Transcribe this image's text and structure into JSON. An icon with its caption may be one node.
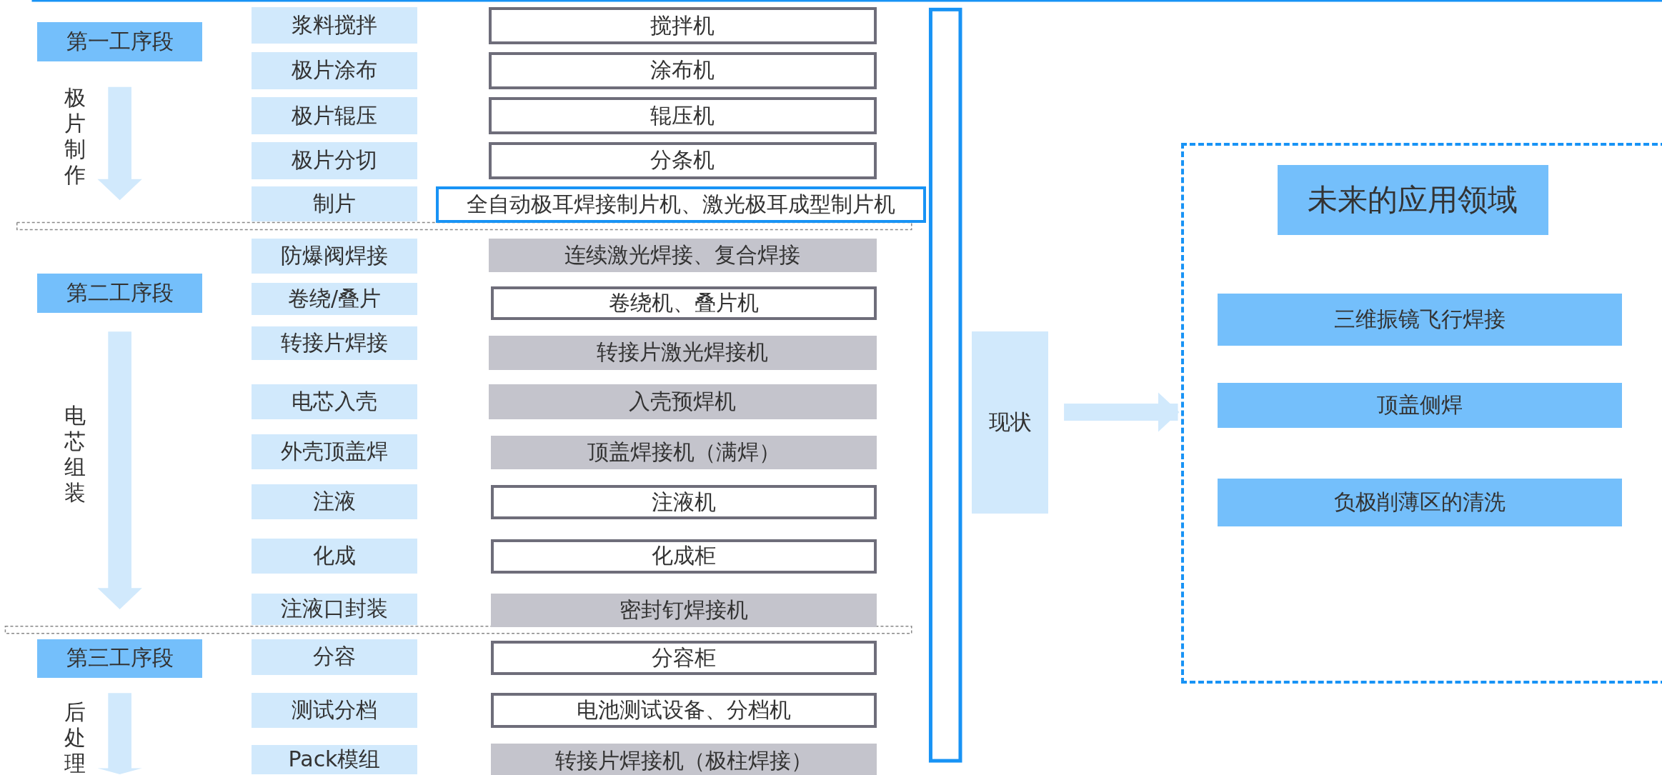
{
  "diagram": {
    "nodes": [
      {
        "text": [
          "第一工序段"
        ]
      },
      {
        "text": [
          "第二工序段"
        ]
      },
      {
        "text": [
          "第三工序段"
        ]
      },
      {
        "text": [
          "浆料搅拌"
        ]
      },
      {
        "text": [
          "极片涂布"
        ]
      },
      {
        "text": [
          "极片辊压"
        ]
      },
      {
        "text": [
          "极片分切"
        ]
      },
      {
        "text": [
          "制片"
        ]
      },
      {
        "text": [
          "防爆阀焊接"
        ]
      },
      {
        "text": [
          "卷绕/叠片"
        ]
      },
      {
        "text": [
          "转接片焊接"
        ]
      },
      {
        "text": [
          "电芯入壳"
        ]
      },
      {
        "text": [
          "外壳顶盖焊"
        ]
      },
      {
        "text": [
          "注液"
        ]
      },
      {
        "text": [
          "化成"
        ]
      },
      {
        "text": [
          "注液口封装"
        ]
      },
      {
        "text": [
          "分容"
        ]
      },
      {
        "text": [
          "测试分档"
        ]
      },
      {
        "text": [
          "Pack模组"
        ]
      },
      {
        "text": [
          "搅拌机"
        ]
      },
      {
        "text": [
          "涂布机"
        ]
      },
      {
        "text": [
          "辊压机"
        ]
      },
      {
        "text": [
          "分条机"
        ]
      },
      {
        "text": [
          "全自动极耳焊接制片机、激光极耳成型制片机"
        ]
      },
      {
        "text": [
          "连续激光焊接、复合焊接"
        ]
      },
      {
        "text": [
          "卷绕机、叠片机"
        ]
      },
      {
        "text": [
          "转接片激光焊接机"
        ]
      },
      {
        "text": [
          "入壳预焊机"
        ]
      },
      {
        "text": [
          "顶盖焊接机（满焊）"
        ]
      },
      {
        "text": [
          "注液机"
        ]
      },
      {
        "text": [
          "化成柜"
        ]
      },
      {
        "text": [
          "密封钉焊接机"
        ]
      },
      {
        "text": [
          "分容柜"
        ]
      },
      {
        "text": [
          "电池测试设备、分档机"
        ]
      },
      {
        "text": [
          "转接片焊接机（极柱焊接）"
        ]
      },
      {
        "text": [
          "现状"
        ]
      },
      {
        "text": [],
        "shape": "box"
      },
      {
        "text": [
          "未来的应用领域"
        ],
        "in": 36
      },
      {
        "text": [
          "三维振镜飞行焊接"
        ],
        "in": 36
      },
      {
        "text": [
          "顶盖侧焊"
        ],
        "in": 36
      },
      {
        "text": [
          "负极削薄区的清洗"
        ],
        "in": 36
      }
    ],
    "edges": [
      {
        "from": 35,
        "to": 36,
        "arrow": "to"
      }
    ],
    "labels": [
      "极片制作",
      "电芯组装",
      "后处理"
    ]
  }
}
